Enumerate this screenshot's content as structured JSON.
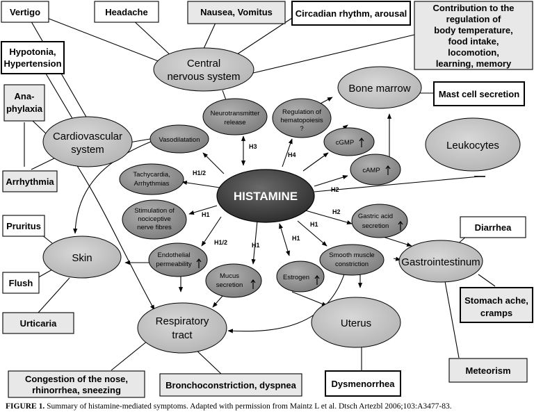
{
  "center": {
    "label": "HISTAMINE"
  },
  "organs": {
    "cns": [
      "Central",
      "nervous system"
    ],
    "bone_marrow": [
      "Bone marrow"
    ],
    "cardiovascular": [
      "Cardiovascular",
      "system"
    ],
    "leukocytes": [
      "Leukocytes"
    ],
    "skin": [
      "Skin"
    ],
    "gastrointestinum": [
      "Gastrointestinum"
    ],
    "respiratory": [
      "Respiratory",
      "tract"
    ],
    "uterus": [
      "Uterus"
    ]
  },
  "mechanisms": {
    "neurotransmitter": [
      "Neurotransmitter",
      "release"
    ],
    "hematopoiesis": [
      "Regulation of",
      "hematopoiesis",
      "?"
    ],
    "vasodilatation": [
      "Vasodilatation"
    ],
    "cgmp": [
      "cGMP"
    ],
    "camp": [
      "cAMP"
    ],
    "tachycardia": [
      "Tachycardia,",
      "Arrhythmias"
    ],
    "nociceptive": [
      "Stimulation of",
      "nociceptive",
      "nerve fibres"
    ],
    "gastric": [
      "Gastric acid",
      "secretion"
    ],
    "endothelial": [
      "Endothelial",
      "permeability"
    ],
    "mucus": [
      "Mucus",
      "secretion"
    ],
    "estrogen": [
      "Estrogen"
    ],
    "smooth_muscle": [
      "Smooth muscle",
      "constriction"
    ]
  },
  "symptoms": {
    "vertigo": [
      "Vertigo"
    ],
    "headache": [
      "Headache"
    ],
    "nausea": [
      "Nausea, Vomitus"
    ],
    "circadian": [
      "Circadian rhythm, arousal"
    ],
    "contribution": [
      "Contribution to the",
      "regulation of",
      "body temperature,",
      "food intake,",
      "locomotion,",
      "learning, memory"
    ],
    "hypotonia": [
      "Hypotonia,",
      "Hypertension"
    ],
    "anaphylaxia": [
      "Ana-",
      "phylaxia"
    ],
    "mast_cell": [
      "Mast cell secretion"
    ],
    "arrhythmia": [
      "Arrhythmia"
    ],
    "pruritus": [
      "Pruritus"
    ],
    "diarrhea": [
      "Diarrhea"
    ],
    "flush": [
      "Flush"
    ],
    "stomach_ache": [
      "Stomach ache,",
      "cramps"
    ],
    "urticaria": [
      "Urticaria"
    ],
    "meteorism": [
      "Meteorism"
    ],
    "congestion": [
      "Congestion of the nose,",
      "rhinorrhea, sneezing"
    ],
    "bronchoconstriction": [
      "Bronchoconstriction, dyspnea"
    ],
    "dysmenorrhea": [
      "Dysmenorrhea"
    ]
  },
  "receptors": {
    "h3": "H3",
    "h4": "H4",
    "h1_2_tachy": "H1/2",
    "h2_camp": "H2",
    "h1_noci": "H1",
    "h2_gastric": "H2",
    "h1_2_endo": "H1/2",
    "h1_mucus": "H1",
    "h1_estrogen": "H1",
    "h1_smooth": "H1"
  },
  "caption": {
    "label": "FIGURE 1.",
    "text": " Summary of histamine-mediated symptoms. Adapted with permission from Maintz L et al. Dtsch Artezbl 2006;103:A3477-83."
  }
}
